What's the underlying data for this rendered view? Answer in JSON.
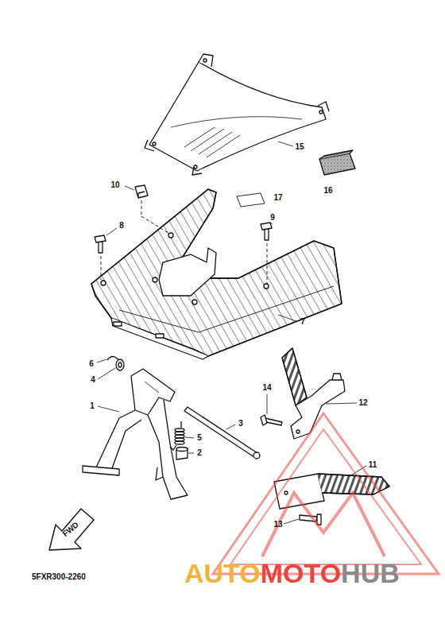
{
  "diagram": {
    "labels": [
      "15",
      "16",
      "17",
      "10",
      "8",
      "9",
      "7",
      "6",
      "4",
      "1",
      "3",
      "5",
      "2",
      "14",
      "12",
      "11",
      "13",
      "FWD",
      "5FXR300-2260",
      "AUTO",
      "MOTO",
      "HUB"
    ]
  }
}
